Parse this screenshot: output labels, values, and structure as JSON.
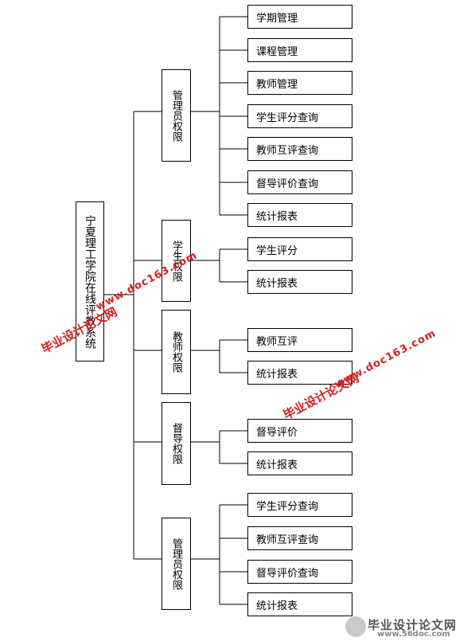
{
  "root": {
    "label": "宁夏理工学院在线评教系统"
  },
  "groups": [
    {
      "label": "管理员权限",
      "items": [
        "学期管理",
        "课程管理",
        "教师管理",
        "学生评分查询",
        "教师互评查询",
        "督导评价查询",
        "统计报表"
      ]
    },
    {
      "label": "学生权限",
      "items": [
        "学生评分",
        "统计报表"
      ]
    },
    {
      "label": "教师权限",
      "items": [
        "教师互评",
        "统计报表"
      ]
    },
    {
      "label": "督导权限",
      "items": [
        "督导评价",
        "统计报表"
      ]
    },
    {
      "label": "管理员权限",
      "items": [
        "学生评分查询",
        "教师互评查询",
        "督导评价查询",
        "统计报表"
      ]
    }
  ],
  "watermarks": {
    "site_cn": "毕业设计论文网",
    "site_url": "www.doc163.com",
    "logo_text": "毕业设计论文网",
    "logo_url": "www.56doc.com"
  },
  "colors": {
    "watermark": "#d0201f",
    "line": "#000000"
  }
}
